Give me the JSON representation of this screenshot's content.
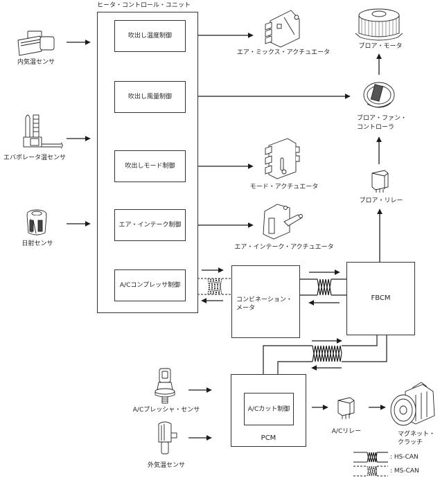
{
  "diagram": {
    "hcu": {
      "title": "ヒータ・コントロール・ユニット",
      "controls": [
        {
          "id": "outlet-temp",
          "label": "吹出し温度制御"
        },
        {
          "id": "outlet-volume",
          "label": "吹出し風量制御"
        },
        {
          "id": "outlet-mode",
          "label": "吹出しモード制御"
        },
        {
          "id": "air-intake",
          "label": "エア・インテーク制御"
        },
        {
          "id": "ac-compressor",
          "label": "A/Cコンプレッサ制御"
        }
      ]
    },
    "inputs": [
      {
        "id": "cabin-temp-sensor",
        "label": "内気温センサ"
      },
      {
        "id": "evaporator-temp-sensor",
        "label": "エバポレータ温センサ"
      },
      {
        "id": "solar-sensor",
        "label": "日射センサ"
      }
    ],
    "actuators": [
      {
        "id": "air-mix-actuator",
        "label": "エア・ミックス・アクチュエータ"
      },
      {
        "id": "mode-actuator",
        "label": "モード・アクチュエータ"
      },
      {
        "id": "air-intake-actuator",
        "label": "エア・インテーク・アクチュエータ"
      }
    ],
    "blower": {
      "motor": "ブロア・モータ",
      "fan_controller_line1": "ブロア・ファン・",
      "fan_controller_line2": "コントローラ",
      "relay": "ブロア・リレー"
    },
    "modules": {
      "combination_meter_line1": "コンビネーション・",
      "combination_meter_line2": "メータ",
      "fbcm": "FBCM",
      "pcm": "PCM",
      "ac_cut_control": "A/Cカット制御"
    },
    "pcm_inputs": [
      {
        "id": "ac-pressure-sensor",
        "label": "A/Cプレッシャ・センサ"
      },
      {
        "id": "ambient-temp-sensor",
        "label": "外気温センサ"
      }
    ],
    "ac_output": {
      "relay": "A/Cリレー",
      "clutch_line1": "マグネット・",
      "clutch_line2": "クラッチ"
    },
    "legend": [
      {
        "id": "hs-can",
        "label": ": HS-CAN",
        "style": "solid"
      },
      {
        "id": "ms-can",
        "label": ": MS-CAN",
        "style": "dashed"
      }
    ]
  },
  "colors": {
    "line": "#1a1a1a",
    "box_border": "#333333",
    "background": "#ffffff"
  }
}
